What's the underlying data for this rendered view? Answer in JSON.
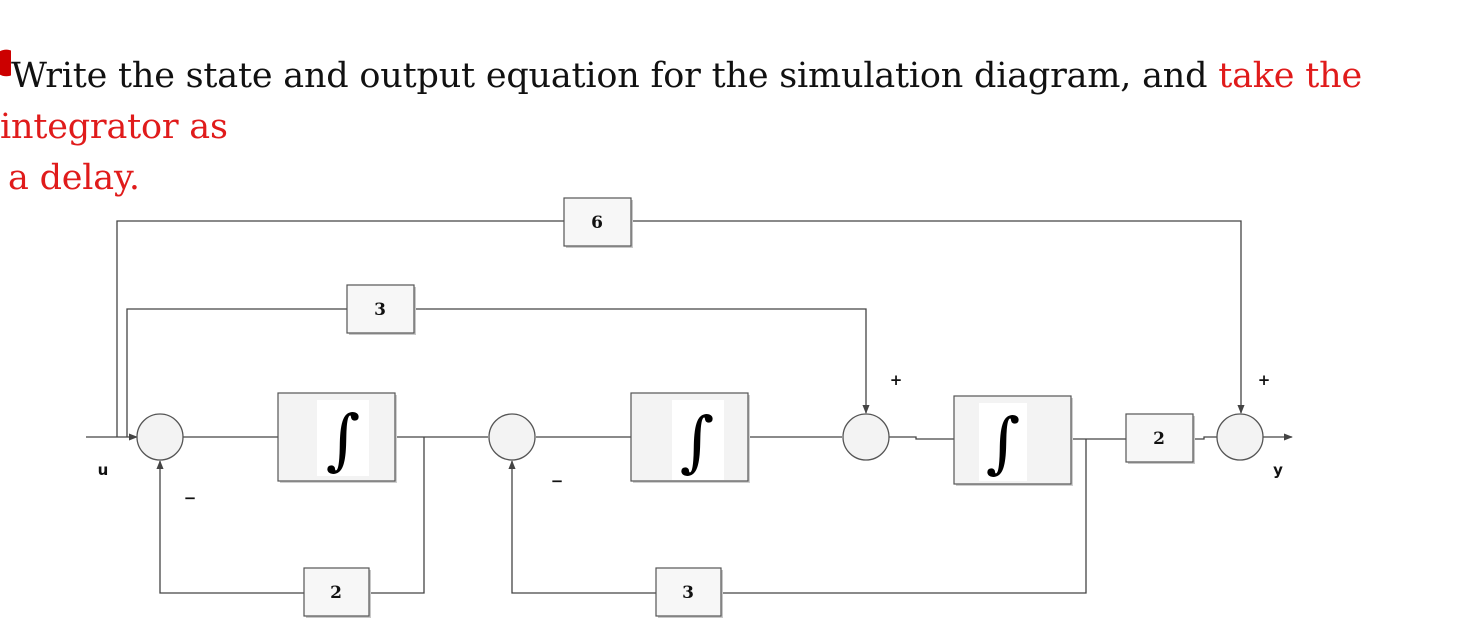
{
  "question": {
    "line1_black": "Write the state and output equation for the simulation diagram, and ",
    "line1_red": "take the integrator as",
    "line2_red": "a delay."
  },
  "diagram": {
    "input_label": "u",
    "output_label": "y",
    "gains": {
      "top_feedforward": "6",
      "mid_feedforward": "3",
      "bottom_feedback_1": "2",
      "bottom_feedback_2": "3",
      "output_gain": "2"
    },
    "signs": {
      "sum1_bottom": "−",
      "sum2_bottom": "−",
      "sum3_top": "+",
      "sum4_top": "+"
    },
    "integrator_symbol": "∫"
  }
}
